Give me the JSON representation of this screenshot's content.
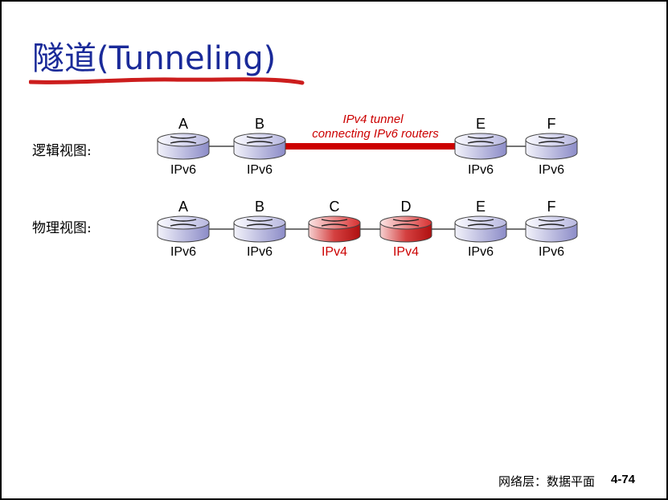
{
  "title": "隧道(Tunneling)",
  "colors": {
    "title": "#1a2a99",
    "underline": "#cc1d1d",
    "ipv6_router_light": "#e8e8f4",
    "ipv6_router_dark": "#9a9ad0",
    "ipv4_router_light": "#f0c8c8",
    "ipv4_router_dark": "#c01818",
    "tunnel": "#cc0000",
    "ipv4_text": "#cc0000"
  },
  "logical_view": {
    "label": "逻辑视图:",
    "tunnel_label_line1": "IPv4 tunnel",
    "tunnel_label_line2": "connecting IPv6 routers",
    "routers": [
      {
        "name": "A",
        "protocol": "IPv6"
      },
      {
        "name": "B",
        "protocol": "IPv6"
      },
      {
        "name": "E",
        "protocol": "IPv6"
      },
      {
        "name": "F",
        "protocol": "IPv6"
      }
    ]
  },
  "physical_view": {
    "label": "物理视图:",
    "routers": [
      {
        "name": "A",
        "protocol": "IPv6"
      },
      {
        "name": "B",
        "protocol": "IPv6"
      },
      {
        "name": "C",
        "protocol": "IPv4"
      },
      {
        "name": "D",
        "protocol": "IPv4"
      },
      {
        "name": "E",
        "protocol": "IPv6"
      },
      {
        "name": "F",
        "protocol": "IPv6"
      }
    ]
  },
  "footer": {
    "text": "网络层：数据平面",
    "page": "4-74"
  }
}
